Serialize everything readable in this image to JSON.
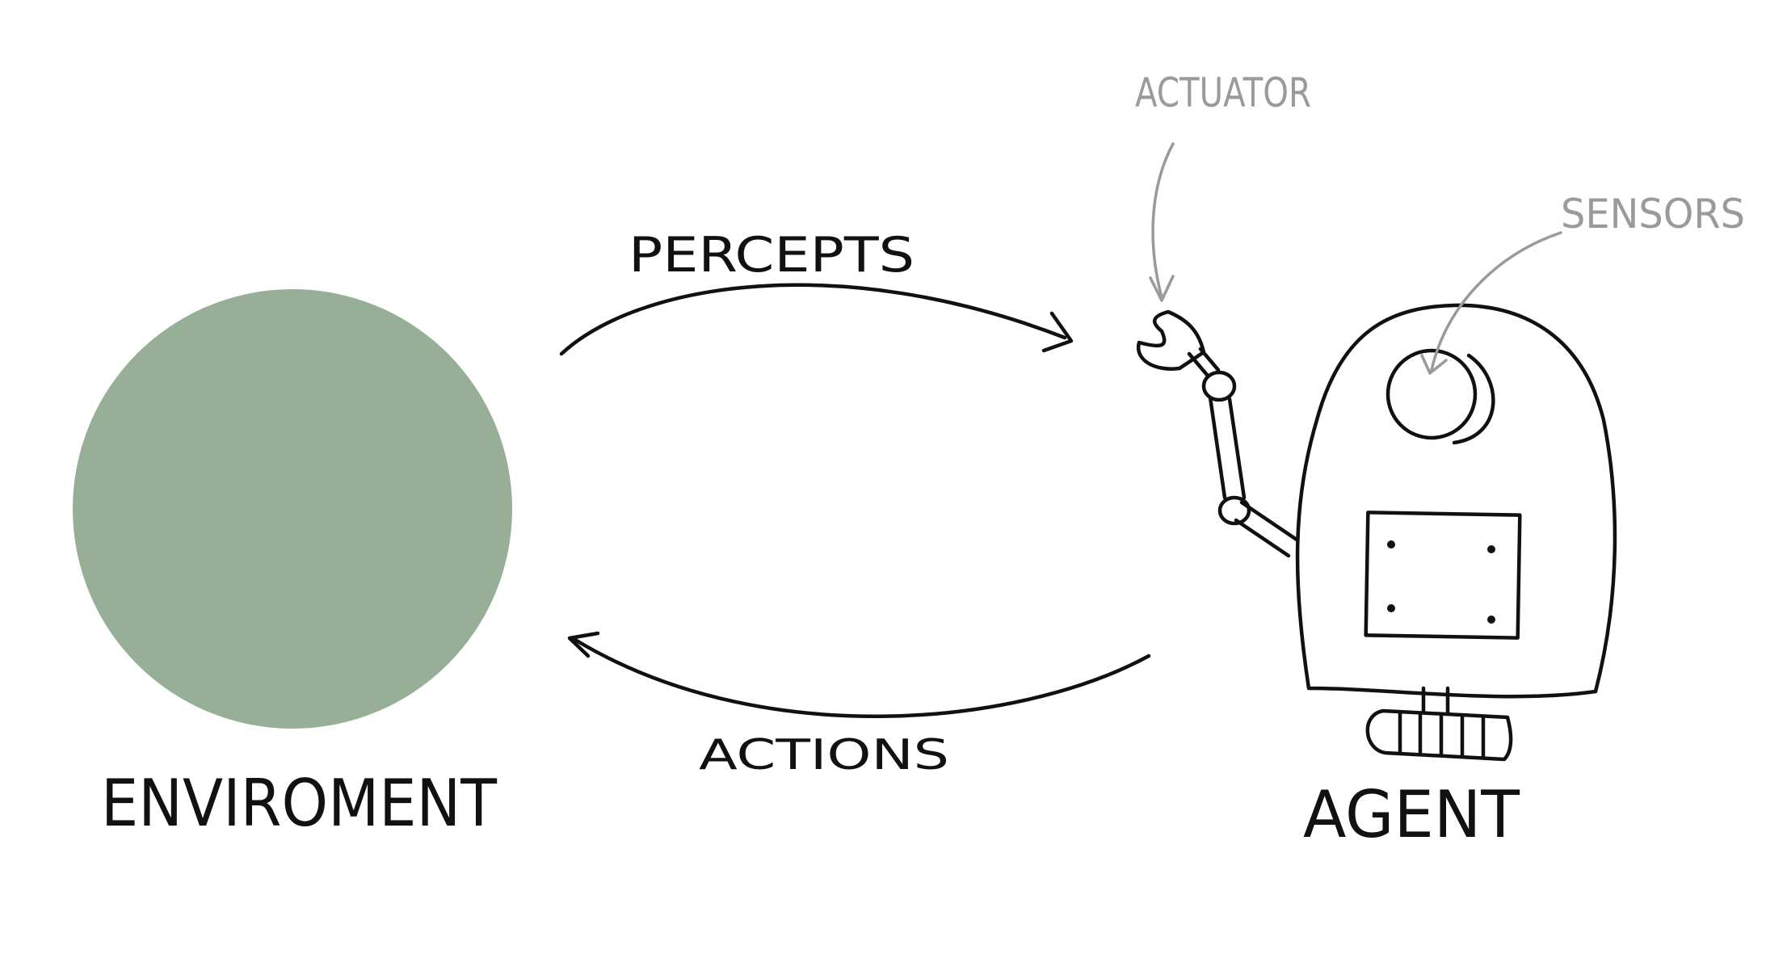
{
  "diagram": {
    "labels": {
      "environment": "ENVIROMENT",
      "agent": "AGENT",
      "percepts": "PERCEPTS",
      "actions": "ACTIONS",
      "actuator": "ACTUATOR",
      "sensors": "SENSORS"
    },
    "colors": {
      "environment_fill": "#97af96",
      "ink": "#111111",
      "annotation": "#9a9a9a",
      "background": "#ffffff"
    }
  }
}
